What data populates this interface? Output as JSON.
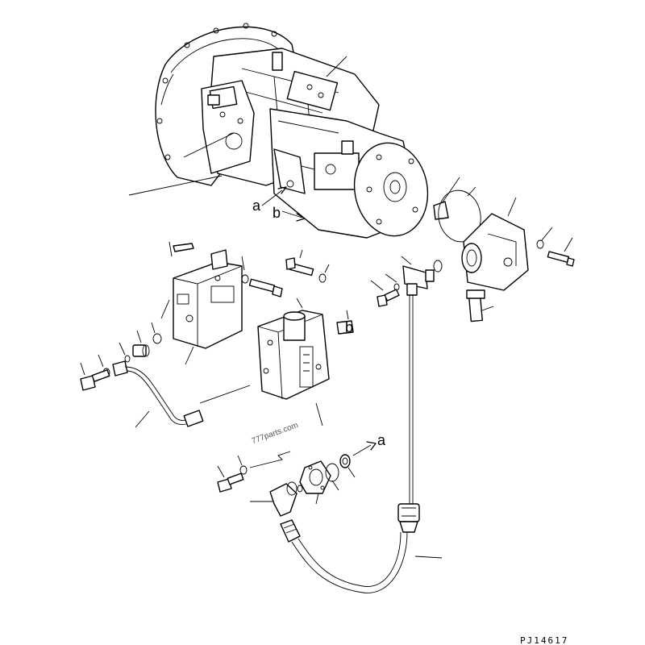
{
  "drawing": {
    "code": "PJ14617",
    "watermark": "777parts.com",
    "ref_a_upper": "a",
    "ref_b_upper": "b",
    "ref_b_lower": "b",
    "ref_a_lower": "a"
  }
}
